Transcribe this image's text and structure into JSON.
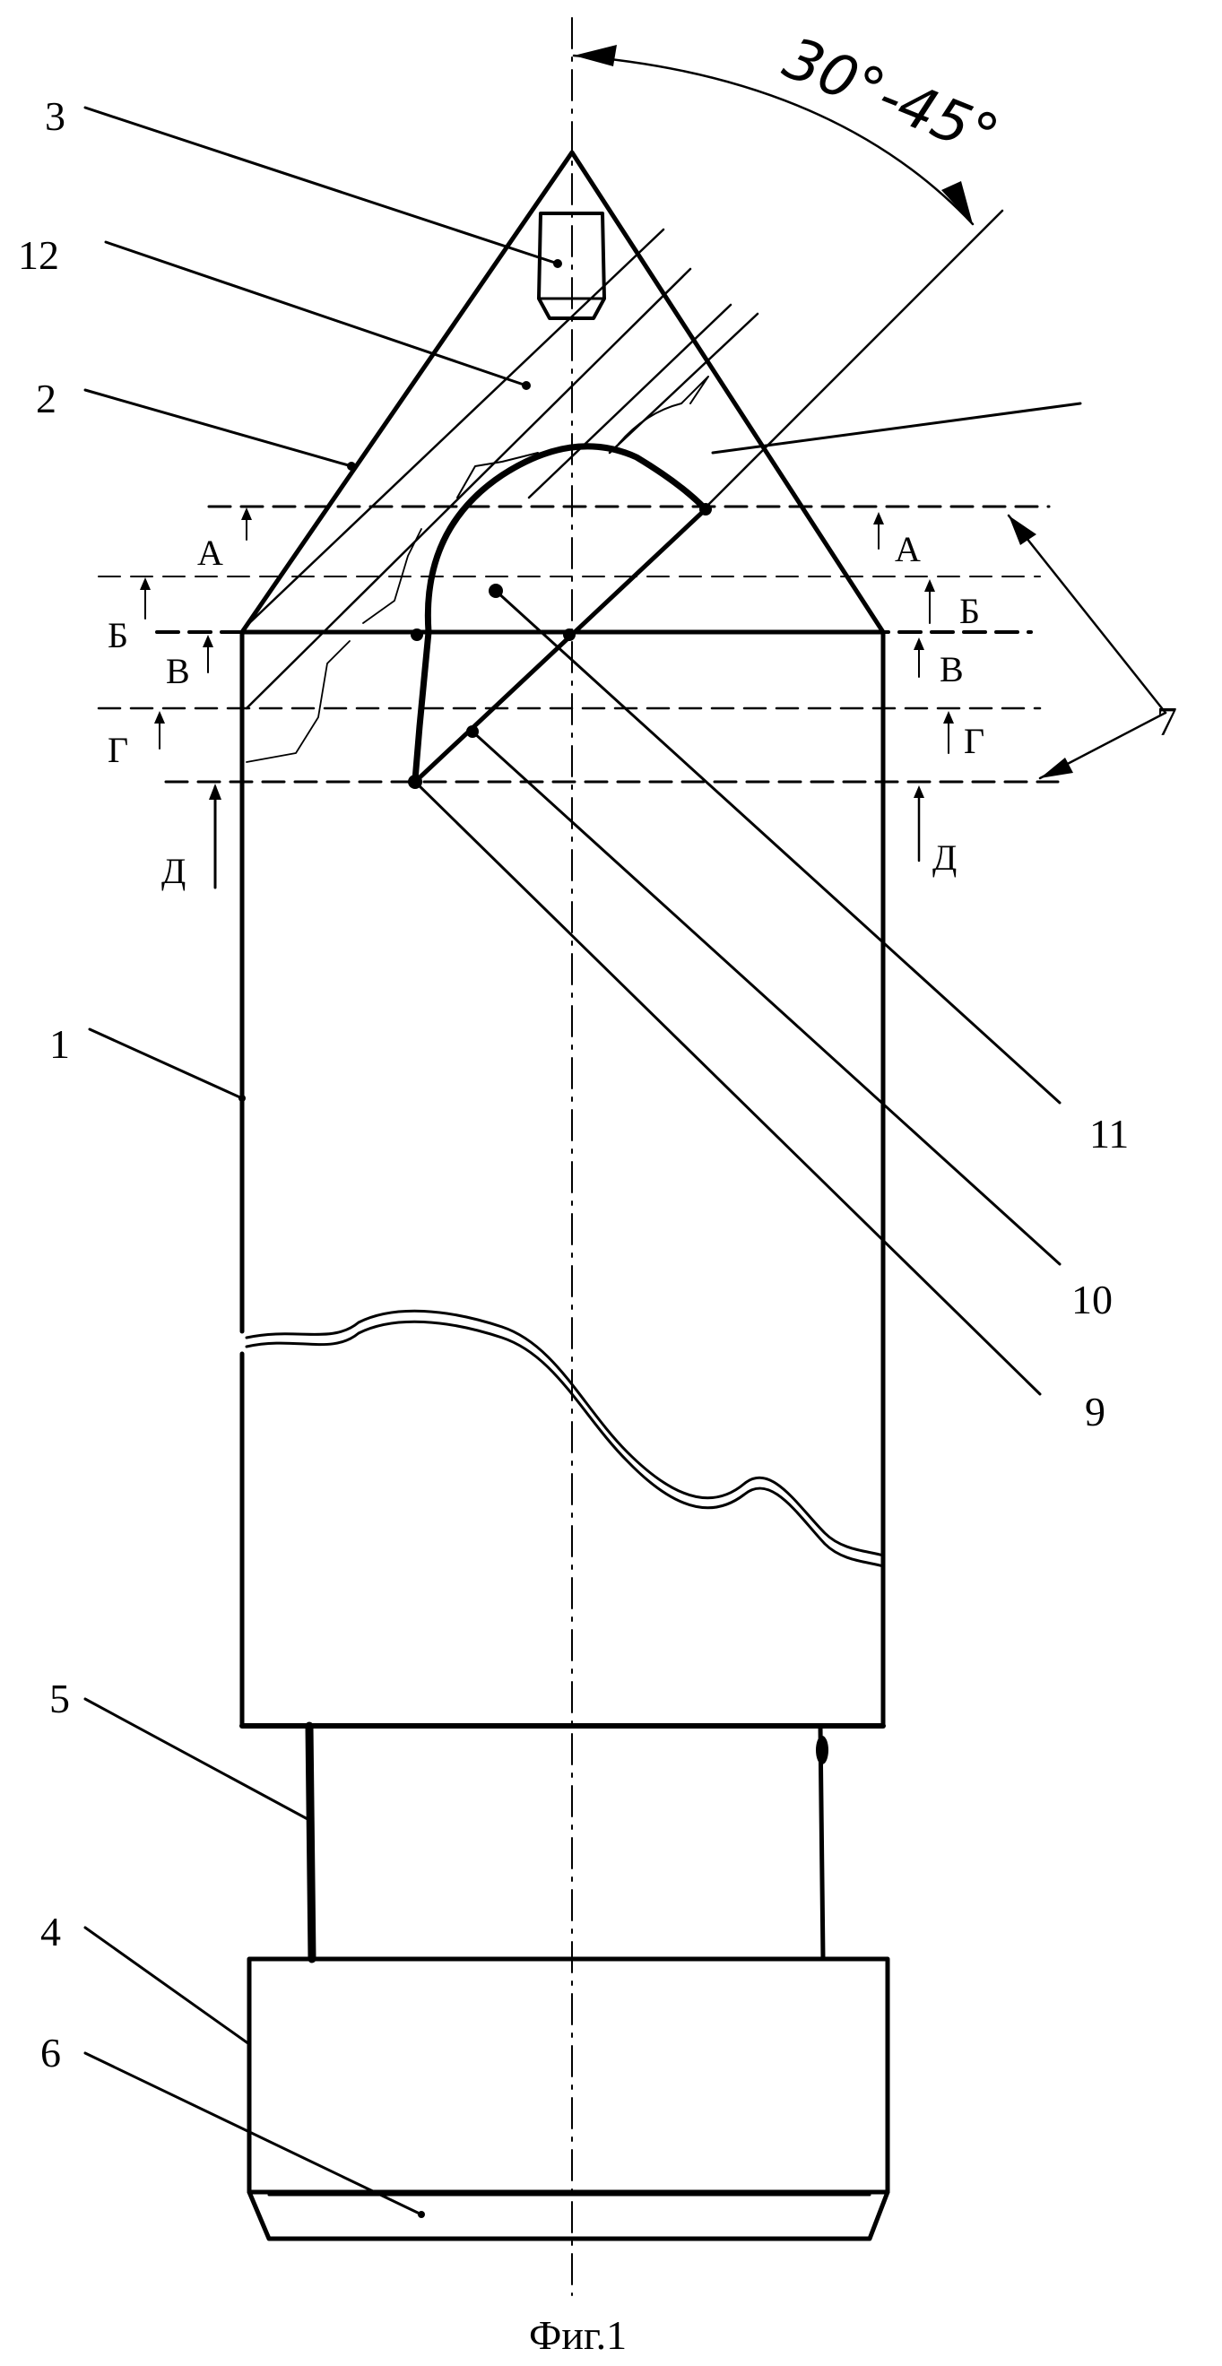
{
  "figure": {
    "caption": "Фиг.1",
    "angle_label": "30°-45°"
  },
  "callouts": {
    "n1": "1",
    "n2": "2",
    "n3": "3",
    "n4": "4",
    "n5": "5",
    "n6": "6",
    "n7": "7",
    "n9": "9",
    "n10": "10",
    "n11": "11",
    "n12": "12"
  },
  "section_levels": {
    "a": "А",
    "b": "Б",
    "v": "В",
    "g": "Г",
    "d": "Д"
  }
}
